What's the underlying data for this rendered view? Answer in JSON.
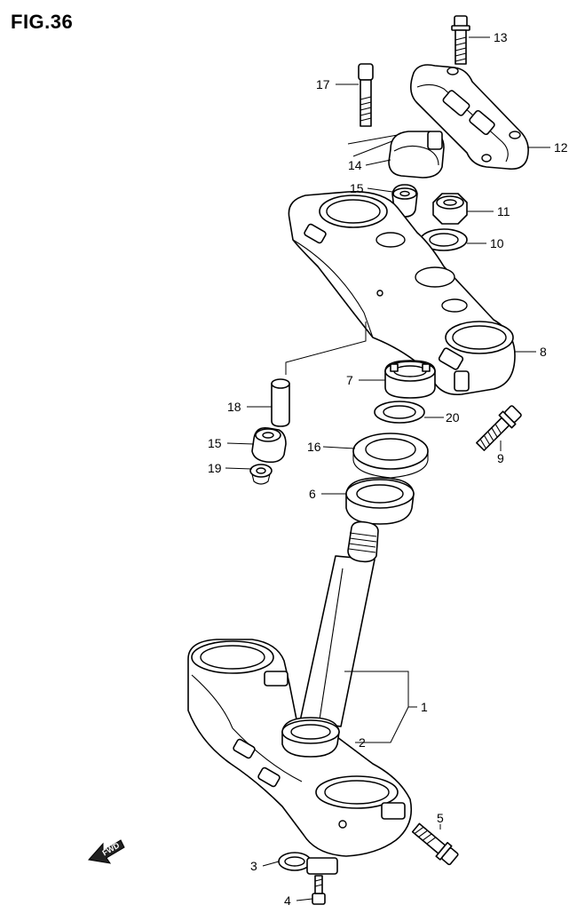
{
  "title": "FIG.36",
  "fwd_label": "FWD",
  "callouts": [
    {
      "id": "c13",
      "text": "13"
    },
    {
      "id": "c17",
      "text": "17"
    },
    {
      "id": "c12",
      "text": "12"
    },
    {
      "id": "c14",
      "text": "14"
    },
    {
      "id": "c15a",
      "text": "15"
    },
    {
      "id": "c11",
      "text": "11"
    },
    {
      "id": "c10",
      "text": "10"
    },
    {
      "id": "c8",
      "text": "8"
    },
    {
      "id": "c7",
      "text": "7"
    },
    {
      "id": "c18",
      "text": "18"
    },
    {
      "id": "c20",
      "text": "20"
    },
    {
      "id": "c15b",
      "text": "15"
    },
    {
      "id": "c16",
      "text": "16"
    },
    {
      "id": "c9",
      "text": "9"
    },
    {
      "id": "c19",
      "text": "19"
    },
    {
      "id": "c6",
      "text": "6"
    },
    {
      "id": "c1",
      "text": "1"
    },
    {
      "id": "c2",
      "text": "2"
    },
    {
      "id": "c5",
      "text": "5"
    },
    {
      "id": "c3",
      "text": "3"
    },
    {
      "id": "c4",
      "text": "4"
    }
  ]
}
